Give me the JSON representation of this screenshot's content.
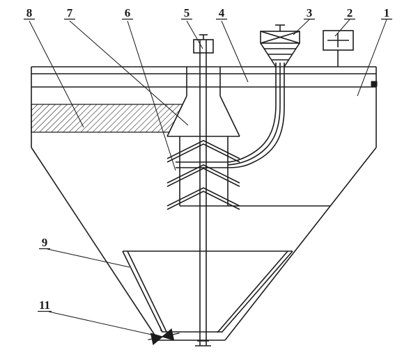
{
  "diagram": {
    "background": "#ffffff",
    "line_color": "#1c1c1c",
    "type": "technical-line-drawing",
    "callouts": [
      {
        "label": "8"
      },
      {
        "label": "7"
      },
      {
        "label": "6"
      },
      {
        "label": "5"
      },
      {
        "label": "4"
      },
      {
        "label": "3"
      },
      {
        "label": "2"
      },
      {
        "label": "1"
      },
      {
        "label": "9"
      },
      {
        "label": "11"
      }
    ]
  }
}
